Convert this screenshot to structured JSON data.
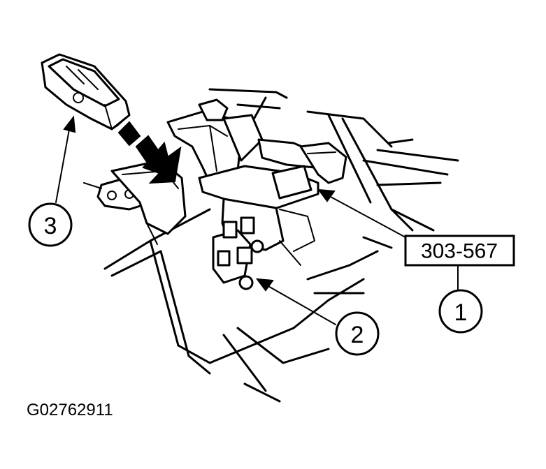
{
  "callouts": [
    {
      "number": "1"
    },
    {
      "number": "2"
    },
    {
      "number": "3"
    }
  ],
  "tool_number": "303-567",
  "figure_id": "G02762911"
}
